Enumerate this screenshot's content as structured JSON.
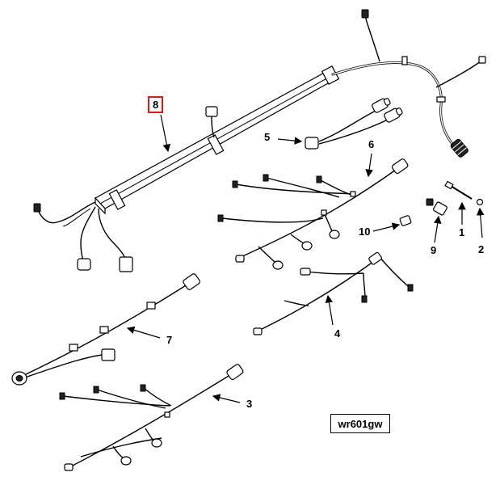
{
  "callouts": {
    "c1": "1",
    "c2": "2",
    "c3": "3",
    "c4": "4",
    "c5": "5",
    "c6": "6",
    "c7": "7",
    "c8": "8",
    "c9": "9",
    "c10": "10"
  },
  "reference_tag": "wr601gw",
  "colors": {
    "highlight_box": "#e01818",
    "line": "#000000",
    "background": "#ffffff"
  }
}
